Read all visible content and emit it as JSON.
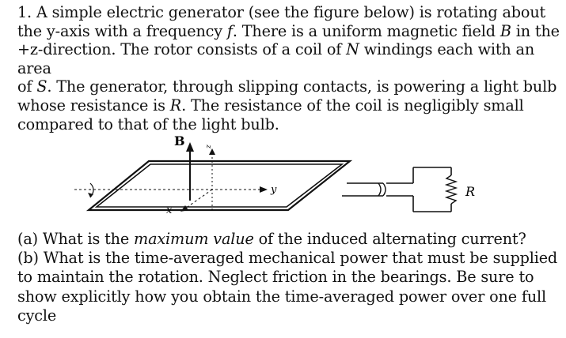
{
  "problem": {
    "line1": "1. A simple electric generator (see the figure below) is rotating about",
    "line2_a": "the y-axis with a frequency ",
    "line2_f": "f",
    "line2_b": ". There is a uniform magnetic field ",
    "line2_B": "B",
    "line2_c": " in the",
    "line3_a": "+z-direction. The rotor consists of a coil of ",
    "line3_N": "N",
    "line3_b": " windings each with an area",
    "line4_a": "of ",
    "line4_S": "S",
    "line4_b": ". The generator, through slipping contacts, is powering a light bulb",
    "line5_a": "whose resistance is ",
    "line5_R": "R",
    "line5_b": ". The resistance of the coil is negligibly small",
    "line6": "compared to that of the light bulb."
  },
  "figure": {
    "field_label": "B",
    "z_label": "z",
    "y_label": "y",
    "x_label": "x",
    "resistor_label": "R"
  },
  "questions": {
    "a_prefix": "(a) What is the ",
    "a_emph": "maximum value",
    "a_suffix": " of the induced alternating current?",
    "b_line1": "(b) What is the time-averaged mechanical power that must be supplied",
    "b_line2": "to maintain the rotation. Neglect friction in the bearings. Be sure to",
    "b_line3": "show explicitly how you obtain the time-averaged power over one full",
    "b_line4": "cycle"
  }
}
